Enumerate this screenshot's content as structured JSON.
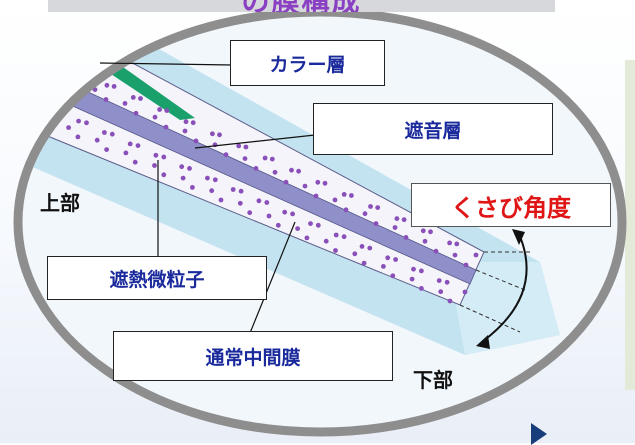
{
  "title": "の膜構成",
  "labels": {
    "color_layer": "カラー層",
    "sound_layer": "遮音層",
    "heat_particles": "遮熱微粒子",
    "normal_film": "通常中間膜",
    "wedge_angle": "くさび角度",
    "top": "上部",
    "bottom": "下部"
  },
  "colors": {
    "box_text": "#1a2a9c",
    "wedge_text": "#e01515",
    "title_text": "#8b3fc3",
    "glass": "#bfe0ef",
    "particle": "#8a4fb8",
    "sound_band": "#8f8fc9",
    "color_band": "#1aa06a"
  },
  "icons": [
    "next-arrow-icon"
  ]
}
